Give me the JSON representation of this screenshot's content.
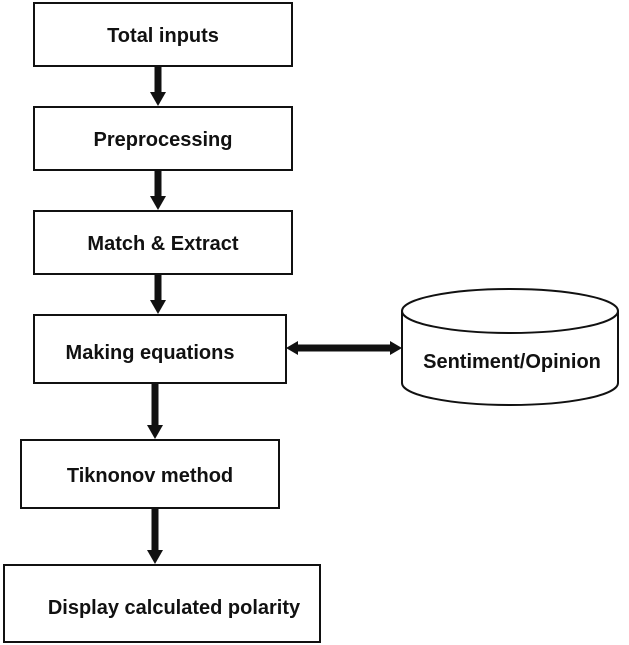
{
  "diagram": {
    "steps": [
      "Total inputs",
      "Preprocessing",
      "Match & Extract",
      "Making equations",
      "Tiknonov method",
      "Display calculated polarity"
    ],
    "database": {
      "label": "Sentiment/Opinion",
      "shape": "cylinder"
    },
    "connections": [
      {
        "from": "Total inputs",
        "to": "Preprocessing",
        "type": "arrow"
      },
      {
        "from": "Preprocessing",
        "to": "Match & Extract",
        "type": "arrow"
      },
      {
        "from": "Match & Extract",
        "to": "Making equations",
        "type": "arrow"
      },
      {
        "from": "Making equations",
        "to": "Tiknonov method",
        "type": "arrow"
      },
      {
        "from": "Tiknonov method",
        "to": "Display calculated polarity",
        "type": "arrow"
      },
      {
        "from": "Making equations",
        "to": "Sentiment/Opinion",
        "type": "bidirectional-arrow"
      }
    ],
    "colors": {
      "stroke": "#111111",
      "fill": "#ffffff",
      "background": "#ffffff"
    }
  }
}
